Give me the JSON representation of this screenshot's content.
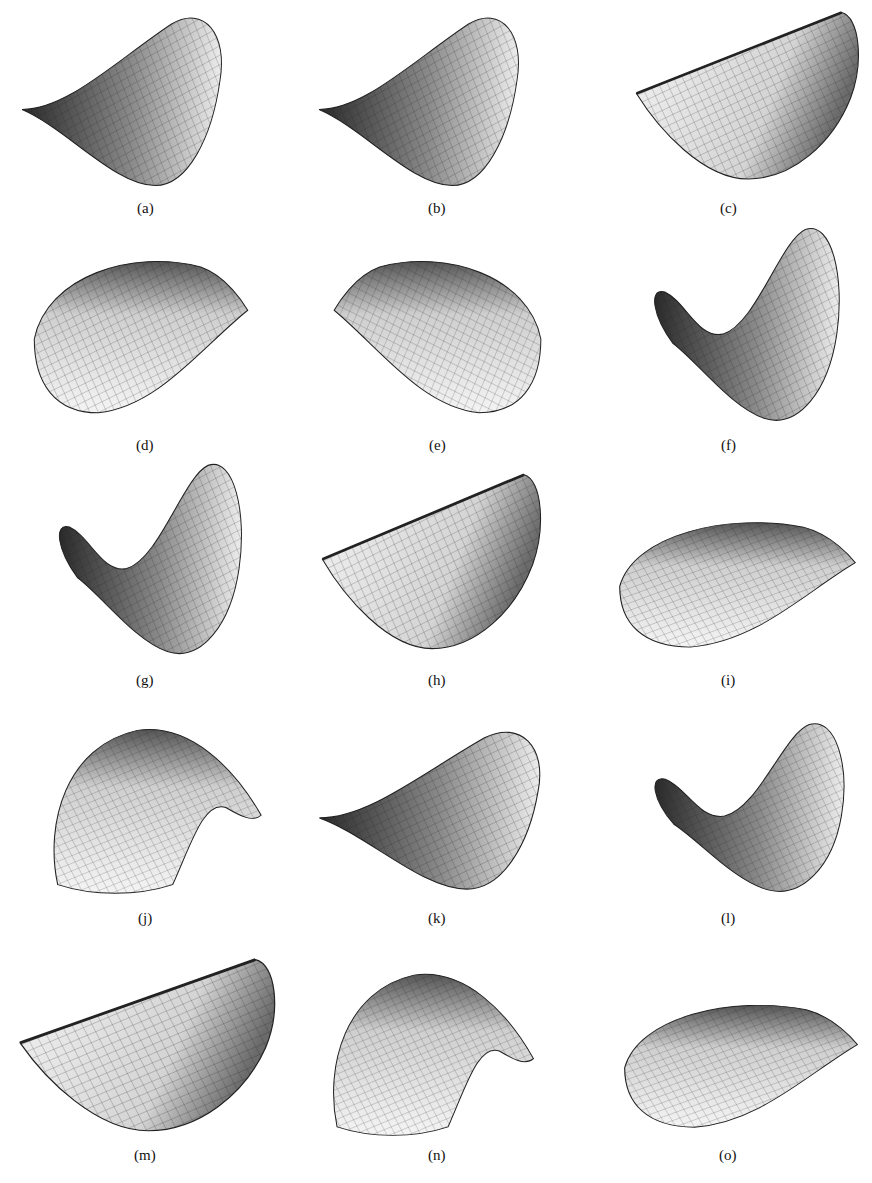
{
  "diagram": {
    "labels": [
      "(a)",
      "(b)",
      "(c)",
      "(d)",
      "(e)",
      "(f)",
      "(g)",
      "(h)",
      "(i)",
      "(j)",
      "(k)",
      "(l)",
      "(m)",
      "(n)",
      "(o)"
    ]
  }
}
